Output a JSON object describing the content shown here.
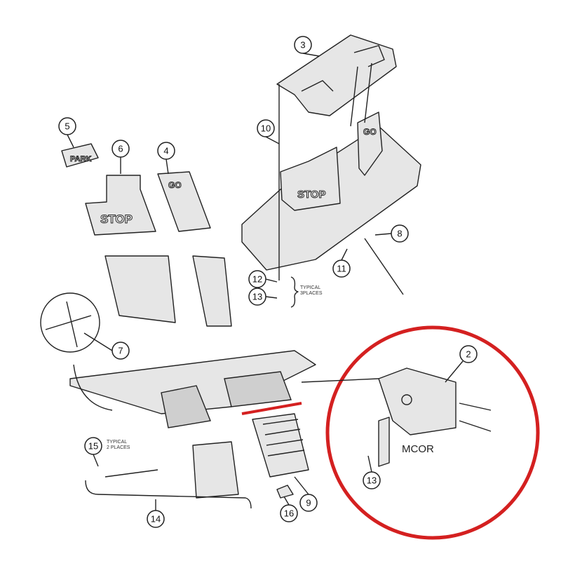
{
  "diagram": {
    "pedal_labels": {
      "stop": "STOP",
      "go": "GO",
      "park": "PARK"
    },
    "component_label": "MCOR",
    "notes": {
      "typical_3": [
        "TYPICAL",
        "3PLACES"
      ],
      "typical_2": [
        "TYPICAL",
        "2 PLACES"
      ]
    },
    "callouts": [
      "2",
      "3",
      "4",
      "5",
      "6",
      "7",
      "8",
      "9",
      "10",
      "11",
      "12",
      "13",
      "13",
      "14",
      "15",
      "16"
    ],
    "highlight_color": "#d42020"
  }
}
